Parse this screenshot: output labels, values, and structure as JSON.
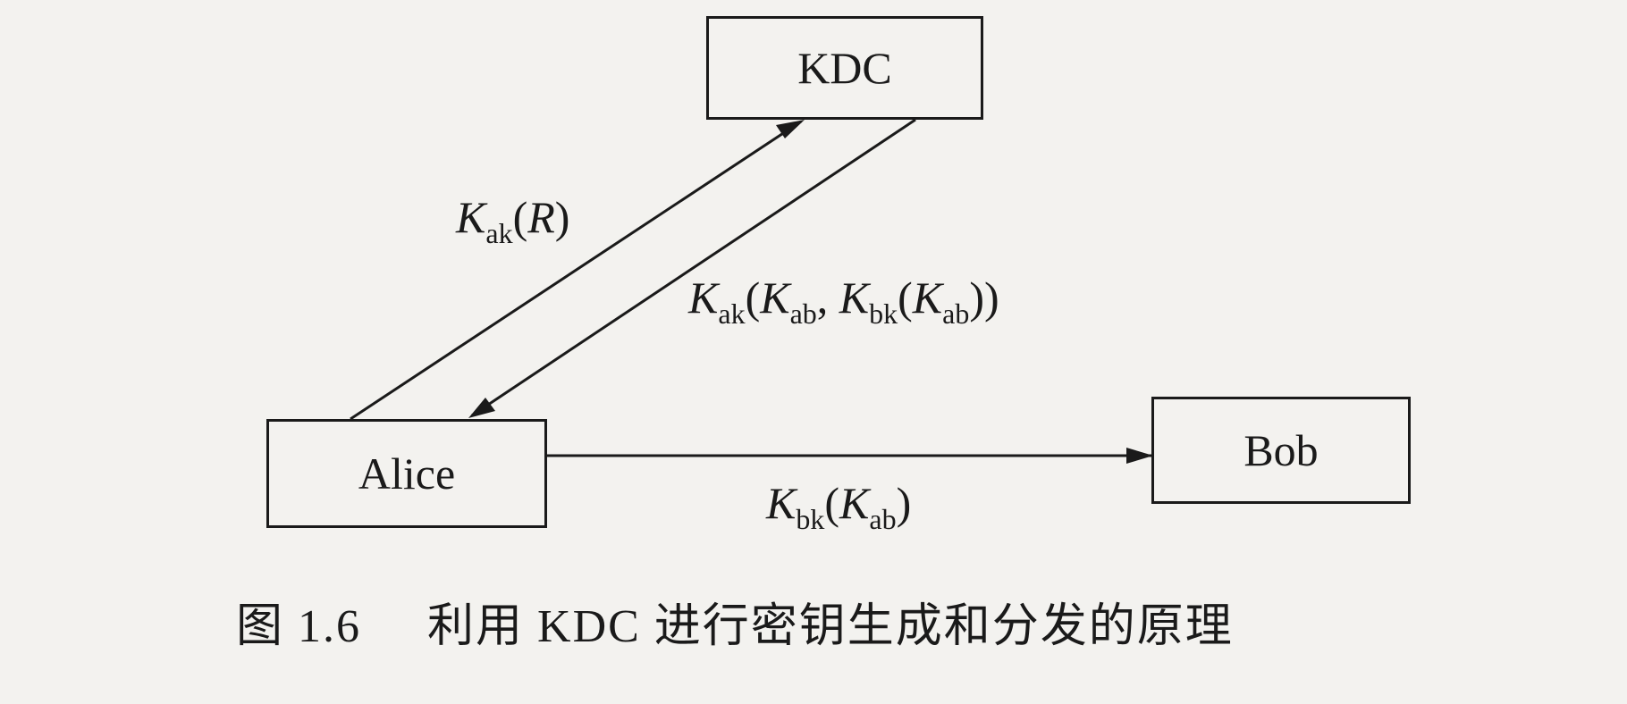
{
  "nodes": {
    "kdc": "KDC",
    "alice": "Alice",
    "bob": "Bob"
  },
  "messages": {
    "request": {
      "key": "K",
      "key_sub": "ak",
      "open": "(",
      "arg": "R",
      "close": ")"
    },
    "response": {
      "key": "K",
      "key_sub": "ak",
      "open": "(",
      "arg1": "K",
      "arg1_sub": "ab",
      "sep": ", ",
      "arg2": "K",
      "arg2_sub": "bk",
      "open2": "(",
      "arg3": "K",
      "arg3_sub": "ab",
      "close": "))"
    },
    "ticket": {
      "key": "K",
      "key_sub": "bk",
      "open": "(",
      "arg": "K",
      "arg_sub": "ab",
      "close": ")"
    }
  },
  "caption": {
    "number": "图 1.6",
    "text": "利用 KDC 进行密钥生成和分发的原理"
  }
}
